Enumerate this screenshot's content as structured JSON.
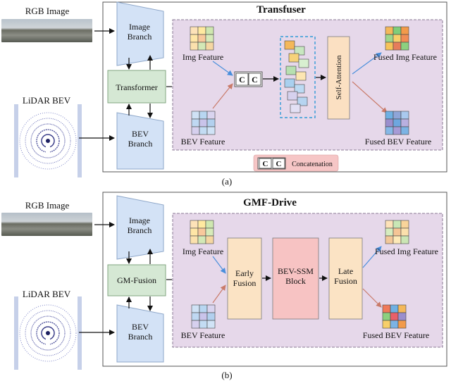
{
  "top": {
    "caption": "(a)",
    "title": "Transfuser",
    "rgb_label": "RGB Image",
    "lidar_label": "LiDAR BEV",
    "image_branch": [
      "Image",
      "Branch"
    ],
    "bev_branch": [
      "BEV",
      "Branch"
    ],
    "fusion_block": "Transformer",
    "img_feature": "Img Feature",
    "bev_feature": "BEV Feature",
    "concat_symbol": "C",
    "attention_block": "Self-Attention",
    "fused_img": "Fused Img Feature",
    "fused_bev": "Fused BEV Feature",
    "legend_label": "Concatenation"
  },
  "bottom": {
    "caption": "(b)",
    "title": "GMF-Drive",
    "rgb_label": "RGB Image",
    "lidar_label": "LiDAR BEV",
    "image_branch": [
      "Image",
      "Branch"
    ],
    "bev_branch": [
      "BEV",
      "Branch"
    ],
    "fusion_block": "GM-Fusion",
    "img_feature": "Img Feature",
    "bev_feature": "BEV Feature",
    "early_fusion": [
      "Early",
      "Fusion"
    ],
    "ssm_block": [
      "BEV-SSM",
      "Block"
    ],
    "late_fusion": [
      "Late",
      "Fusion"
    ],
    "fused_img": "Fused Img Feature",
    "fused_bev": "Fused BEV Feature"
  },
  "colors": {
    "panel_fill": "#e6d8ea",
    "branch_fill": "#d3e2f6",
    "branch_stroke": "#8ea7c9",
    "fusion_fill": "#d5e8d4",
    "fusion_stroke": "#82a680",
    "attention_fill": "#fbe0c2",
    "early_late_fill": "#fbe3c4",
    "ssm_fill": "#f7c3c3",
    "legend_fill": "#f6c6c6",
    "blue_arrow": "#4a8fdc",
    "red_arrow": "#c97b6a",
    "token_cube": "#c8e7c0",
    "dash_blue": "#2f9ad6"
  }
}
